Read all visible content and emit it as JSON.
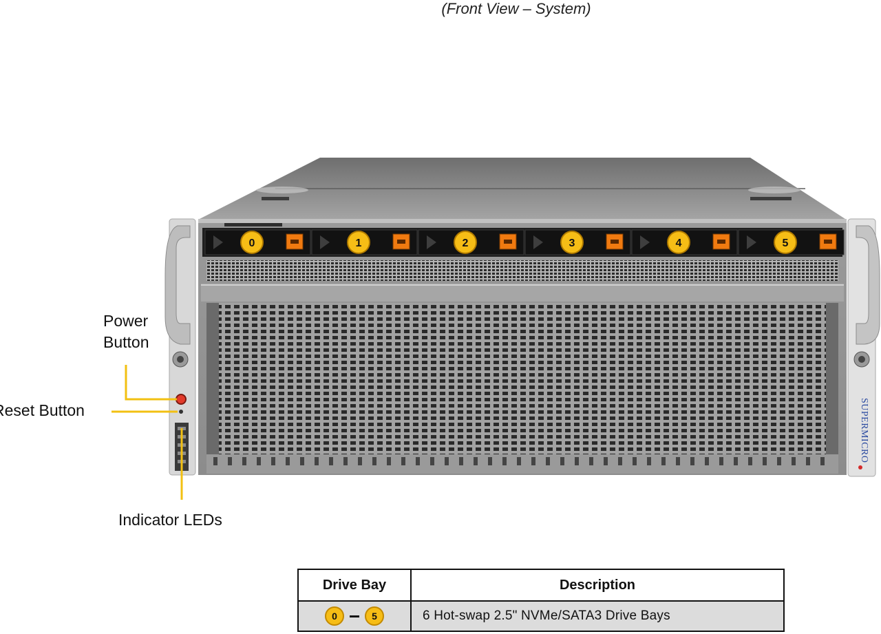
{
  "caption": "(Front View – System)",
  "callouts": {
    "power_line1": "Power",
    "power_line2": "Button",
    "reset": "Reset Button",
    "leds": "Indicator LEDs"
  },
  "bays": [
    "0",
    "1",
    "2",
    "3",
    "4",
    "5"
  ],
  "brand_vertical": "SUPERMICRO",
  "legend": {
    "headers": [
      "Drive Bay",
      "Description"
    ],
    "row": {
      "range_start": "0",
      "range_end": "5",
      "description": "6 Hot-swap 2.5\" NVMe/SATA3 Drive Bays"
    }
  },
  "colors": {
    "badge": "#f6bd16",
    "callout_line": "#f2c012",
    "latch": "#f07a10",
    "chassis": "#8a8a8a",
    "bezel": "#1e1e1e"
  }
}
